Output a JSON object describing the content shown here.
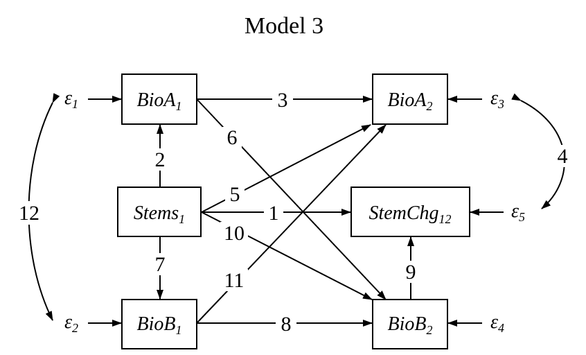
{
  "title": "Model 3",
  "nodes": {
    "bioa1": {
      "name": "BioA",
      "sub": "1"
    },
    "bioa2": {
      "name": "BioA",
      "sub": "2"
    },
    "stems1": {
      "name": "Stems",
      "sub": "1"
    },
    "stemchg12": {
      "name": "StemChg",
      "sub": "12"
    },
    "biob1": {
      "name": "BioB",
      "sub": "1"
    },
    "biob2": {
      "name": "BioB",
      "sub": "2"
    }
  },
  "errors": {
    "e1": {
      "symbol": "ε",
      "sub": "1"
    },
    "e2": {
      "symbol": "ε",
      "sub": "2"
    },
    "e3": {
      "symbol": "ε",
      "sub": "3"
    },
    "e4": {
      "symbol": "ε",
      "sub": "4"
    },
    "e5": {
      "symbol": "ε",
      "sub": "5"
    }
  },
  "paths": {
    "p1": "1",
    "p2": "2",
    "p3": "3",
    "p4": "4",
    "p5": "5",
    "p6": "6",
    "p7": "7",
    "p8": "8",
    "p9": "9",
    "p10": "10",
    "p11": "11",
    "p12": "12"
  }
}
